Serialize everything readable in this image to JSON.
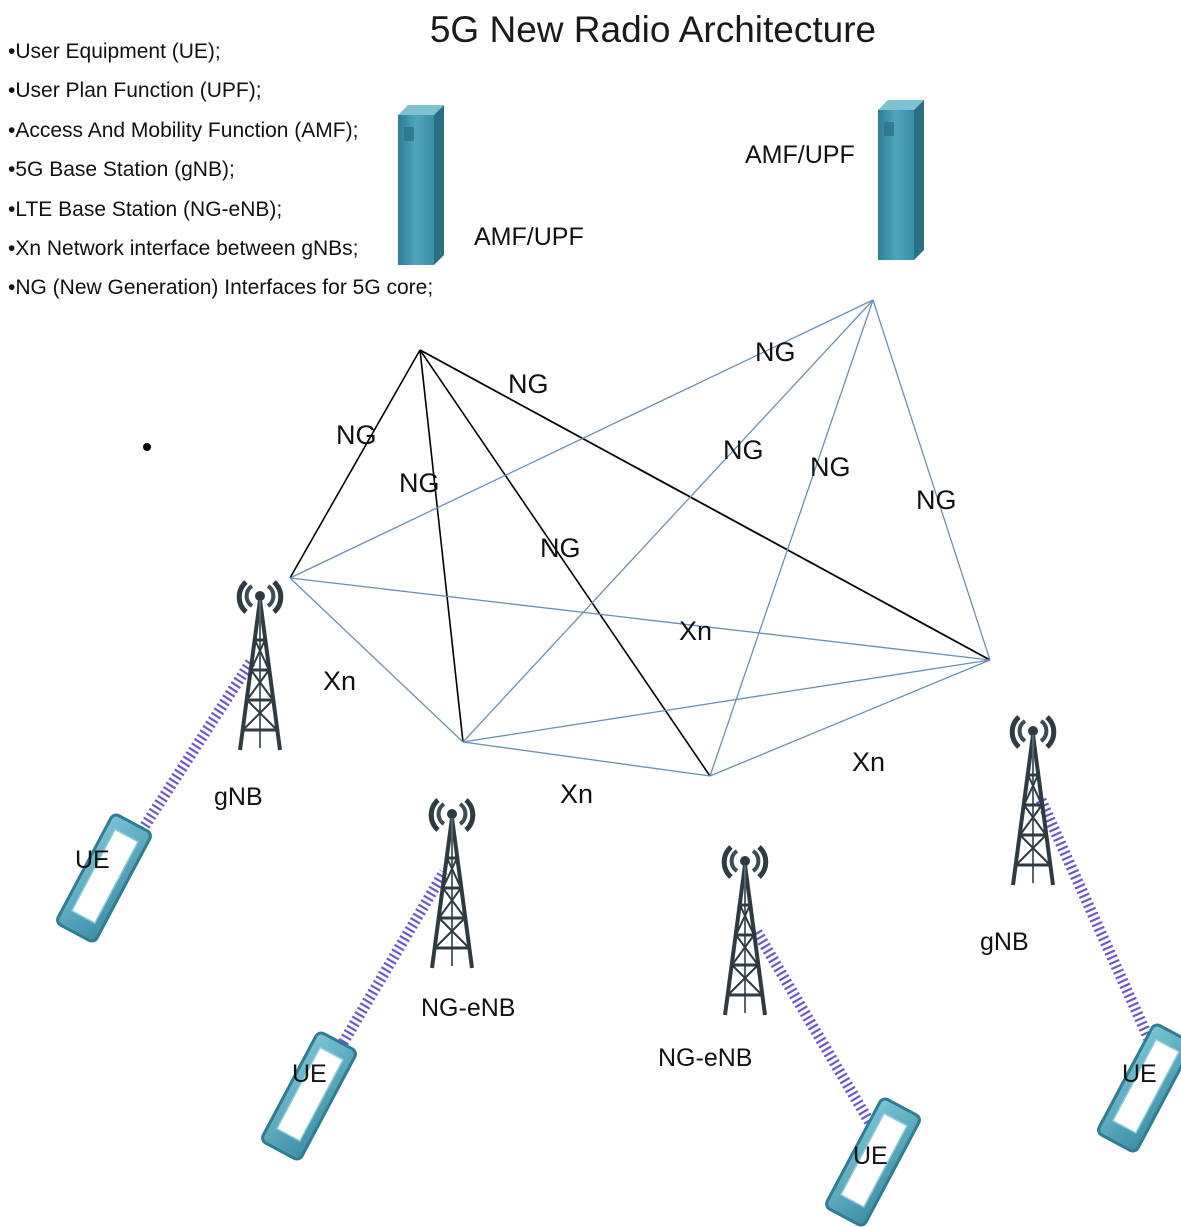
{
  "title": "5G New Radio Architecture",
  "legend": [
    "•User Equipment (UE);",
    "•User Plan Function (UPF);",
    "•Access And Mobility Function (AMF);",
    "•5G Base Station (gNB);",
    "•LTE Base Station (NG-eNB);",
    "•Xn Network interface between gNBs;",
    "•NG (New Generation)  Interfaces for 5G core;"
  ],
  "servers": [
    {
      "label": "AMF/UPF",
      "icon": "server-icon"
    },
    {
      "label": "AMF/UPF",
      "icon": "server-icon"
    }
  ],
  "stations": [
    {
      "label": "gNB",
      "icon": "cell-tower-icon"
    },
    {
      "label": "NG-eNB",
      "icon": "cell-tower-icon"
    },
    {
      "label": "NG-eNB",
      "icon": "cell-tower-icon"
    },
    {
      "label": "gNB",
      "icon": "cell-tower-icon"
    }
  ],
  "devices": [
    {
      "label": "UE",
      "icon": "phone-icon"
    },
    {
      "label": "UE",
      "icon": "phone-icon"
    },
    {
      "label": "UE",
      "icon": "phone-icon"
    },
    {
      "label": "UE",
      "icon": "phone-icon"
    }
  ],
  "interfaces": {
    "ng": [
      "NG",
      "NG",
      "NG",
      "NG",
      "NG",
      "NG",
      "NG",
      "NG"
    ],
    "xn": [
      "Xn",
      "Xn",
      "Xn",
      "Xn"
    ]
  },
  "colors": {
    "ng_link_dark": "#000000",
    "link_blue": "#6b8fb5",
    "server": "#3f8fa6",
    "tower": "#2e3b40",
    "radio_link": "#6a5acd",
    "phone": "#4a9db5"
  }
}
